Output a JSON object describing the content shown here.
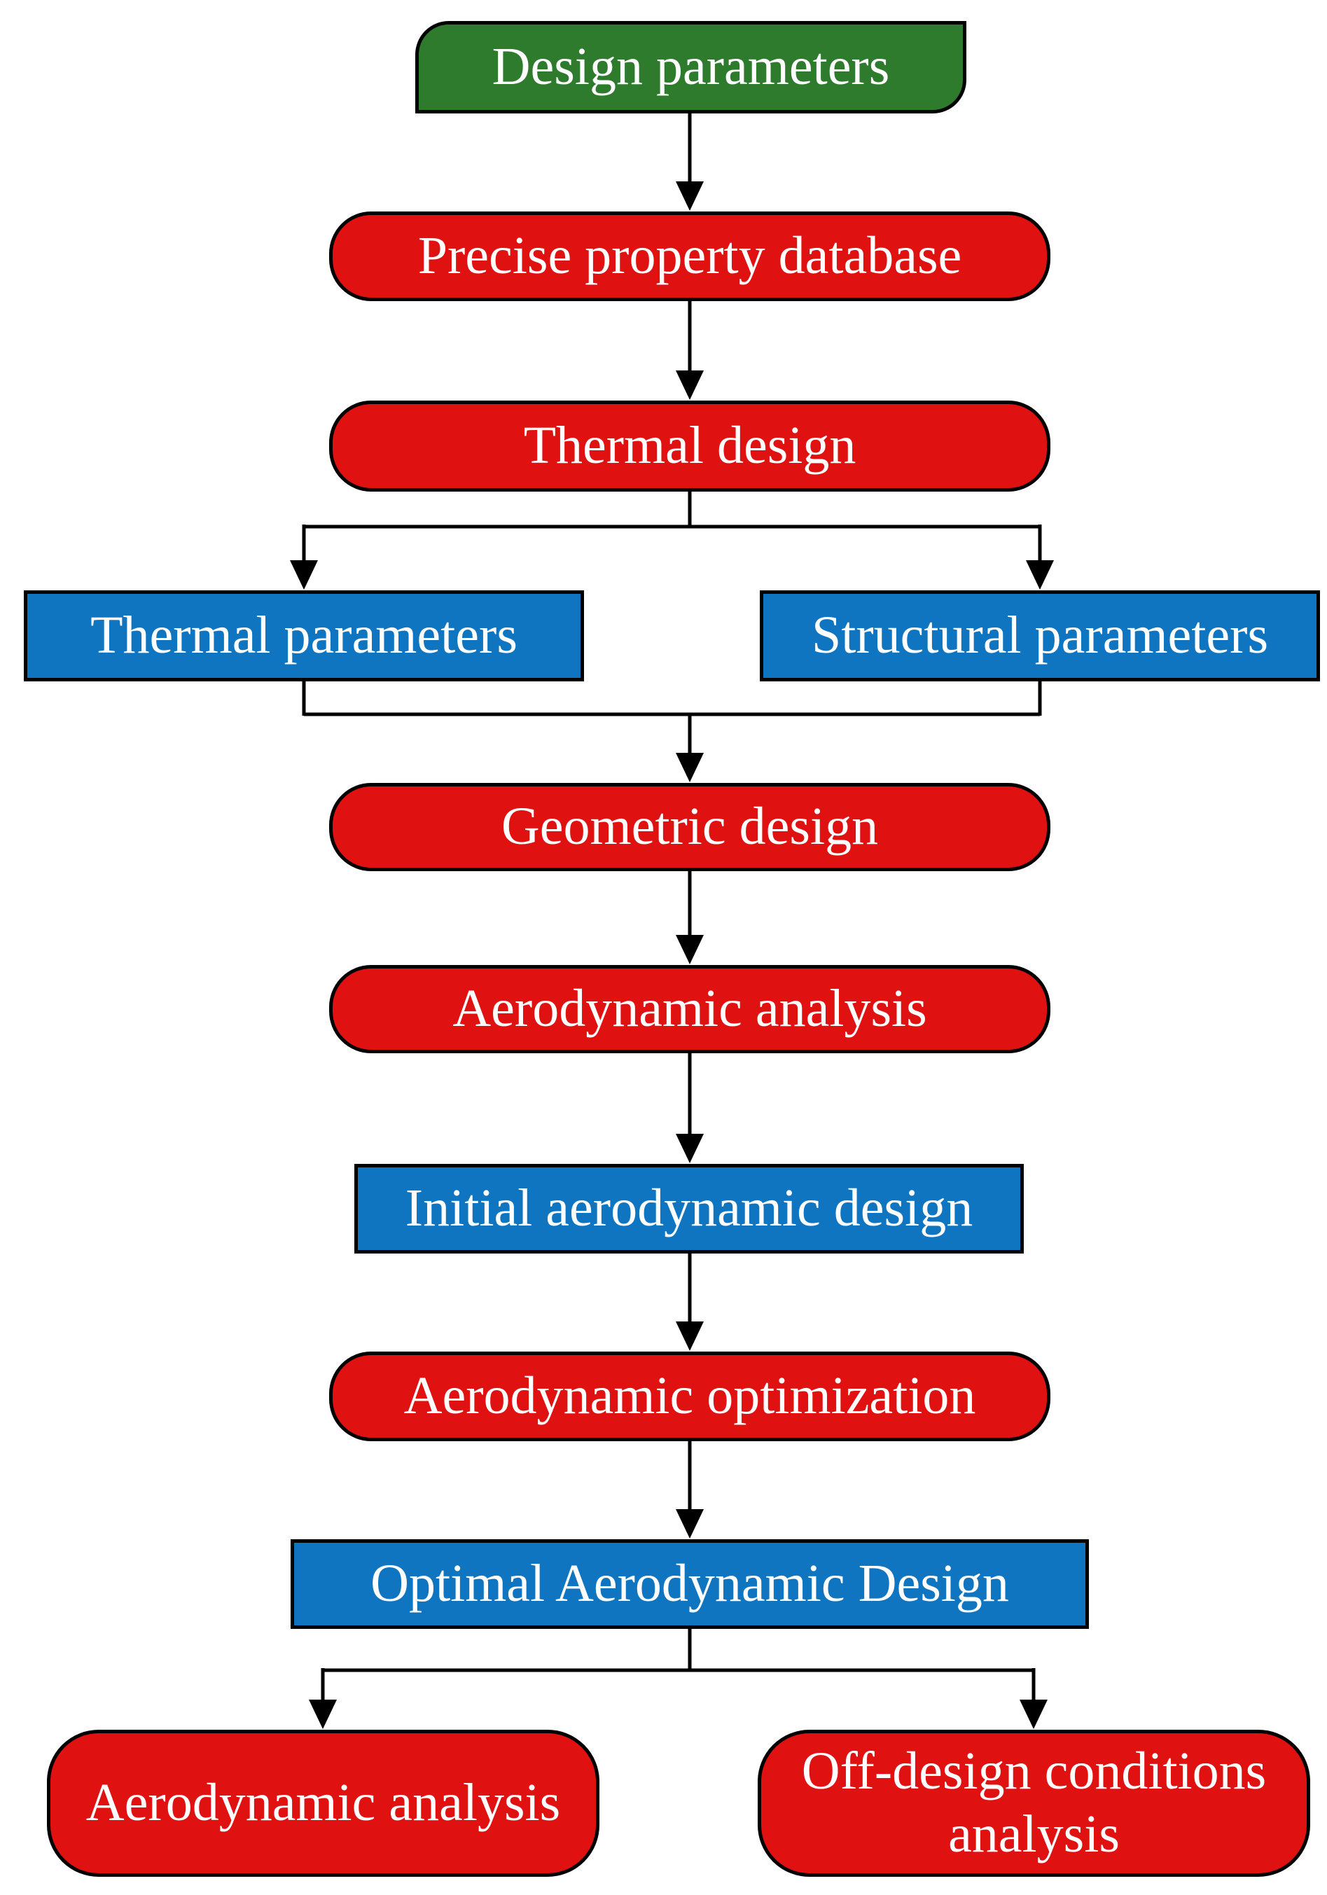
{
  "figure": {
    "type": "flowchart",
    "title": "",
    "colors": {
      "start_green": "#2e7b2e",
      "process_red": "#e01111",
      "data_blue": "#0f75c0",
      "text_white": "#ffffff",
      "line_black": "#000000"
    },
    "nodes": [
      {
        "id": "design-parameters",
        "label": "Design parameters",
        "shape": "round-diagonal-rect",
        "fill": "#2e7b2e"
      },
      {
        "id": "precise-property-database",
        "label": "Precise property database",
        "shape": "rounded-rect",
        "fill": "#e01111"
      },
      {
        "id": "thermal-design",
        "label": "Thermal design",
        "shape": "rounded-rect",
        "fill": "#e01111"
      },
      {
        "id": "thermal-parameters",
        "label": "Thermal parameters",
        "shape": "rect",
        "fill": "#0f75c0"
      },
      {
        "id": "structural-parameters",
        "label": "Structural parameters",
        "shape": "rect",
        "fill": "#0f75c0"
      },
      {
        "id": "geometric-design",
        "label": "Geometric design",
        "shape": "rounded-rect",
        "fill": "#e01111"
      },
      {
        "id": "aerodynamic-analysis",
        "label": "Aerodynamic analysis",
        "shape": "rounded-rect",
        "fill": "#e01111"
      },
      {
        "id": "initial-aerodynamic-design",
        "label": "Initial aerodynamic design",
        "shape": "rect",
        "fill": "#0f75c0"
      },
      {
        "id": "aerodynamic-optimization",
        "label": "Aerodynamic optimization",
        "shape": "rounded-rect",
        "fill": "#e01111"
      },
      {
        "id": "optimal-aerodynamic-design",
        "label": "Optimal Aerodynamic Design",
        "shape": "rect",
        "fill": "#0f75c0"
      },
      {
        "id": "aerodynamic-analysis-final",
        "label": "Aerodynamic analysis",
        "shape": "rounded-rect",
        "fill": "#e01111"
      },
      {
        "id": "off-design-conditions-analysis",
        "label": "Off-design conditions analysis",
        "shape": "rounded-rect",
        "fill": "#e01111"
      }
    ],
    "edges": [
      {
        "from": "design-parameters",
        "to": "precise-property-database"
      },
      {
        "from": "precise-property-database",
        "to": "thermal-design"
      },
      {
        "from": "thermal-design",
        "to": "thermal-parameters"
      },
      {
        "from": "thermal-design",
        "to": "structural-parameters"
      },
      {
        "from": "thermal-parameters",
        "to": "geometric-design"
      },
      {
        "from": "structural-parameters",
        "to": "geometric-design"
      },
      {
        "from": "geometric-design",
        "to": "aerodynamic-analysis"
      },
      {
        "from": "aerodynamic-analysis",
        "to": "initial-aerodynamic-design"
      },
      {
        "from": "initial-aerodynamic-design",
        "to": "aerodynamic-optimization"
      },
      {
        "from": "aerodynamic-optimization",
        "to": "optimal-aerodynamic-design"
      },
      {
        "from": "optimal-aerodynamic-design",
        "to": "aerodynamic-analysis-final"
      },
      {
        "from": "optimal-aerodynamic-design",
        "to": "off-design-conditions-analysis"
      }
    ]
  }
}
